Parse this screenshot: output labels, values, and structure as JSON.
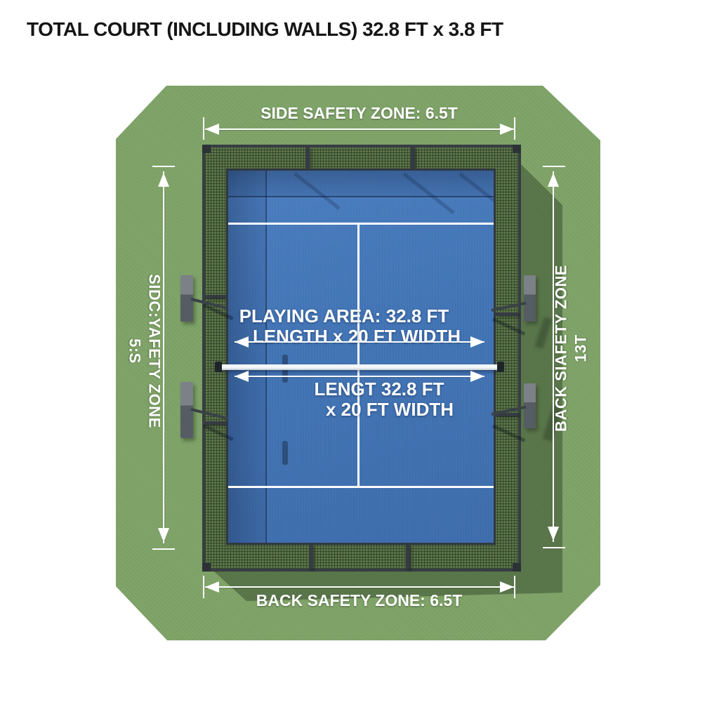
{
  "title": "TOTAL COURT (INCLUDING WALLS) 32.8 FT x 3.8 FT",
  "annotations": {
    "top": "SIDE SAFETY ZONE: 6.5T",
    "bottom": "BACK SAFETY ZONE: 6.5T",
    "left_line1": "SIDC:YAFETY ZONE",
    "left_line2": "5:S",
    "right_line1": "BACK SIAFETY ZONE",
    "right_line2": "13T",
    "playing_line1": "PLAYING AREA: 32.8 FT",
    "playing_line2": "LENGTH x 20 FT WIDTH",
    "net_line1": "LENGT 32.8 FT",
    "net_line2": "x 20 FT WIDTH"
  },
  "colors": {
    "ground_green": "#7da266",
    "court_blue": "#4274b6",
    "mesh_green": "#5b7549",
    "frame_dark": "#373d43",
    "line_white": "#ffffff",
    "title_text": "#161616",
    "label_text": "#ffffff"
  }
}
